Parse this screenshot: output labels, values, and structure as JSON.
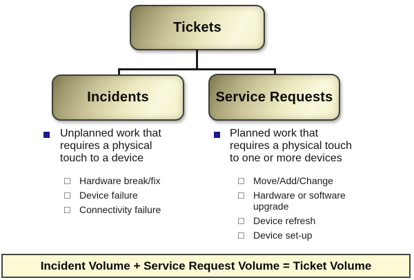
{
  "title_node": {
    "label": "Tickets"
  },
  "columns": [
    {
      "heading": "Incidents",
      "summary_lines": [
        "Unplanned work that",
        "requires a physical",
        "touch to a device"
      ],
      "items": [
        "Hardware break/fix",
        "Device failure",
        "Connectivity failure"
      ]
    },
    {
      "heading": "Service Requests",
      "summary_lines": [
        "Planned work that",
        "requires a physical touch",
        "to one or more devices"
      ],
      "items": [
        "Move/Add/Change",
        "Hardware or software upgrade",
        "Device refresh",
        "Device set-up"
      ]
    }
  ],
  "footer": {
    "text": "Incident Volume + Service Request Volume = Ticket Volume"
  },
  "colors": {
    "box_gradient_dark": "#7e7950",
    "box_gradient_light": "#faf8dd",
    "box_border": "#3e3e36",
    "connector": "#1b1b1b",
    "main_bullet": "#1b1b8a",
    "sub_bullet_border": "#909090",
    "banner_fill": "#fcfad4",
    "banner_border": "#46463e",
    "text": "#111111"
  }
}
